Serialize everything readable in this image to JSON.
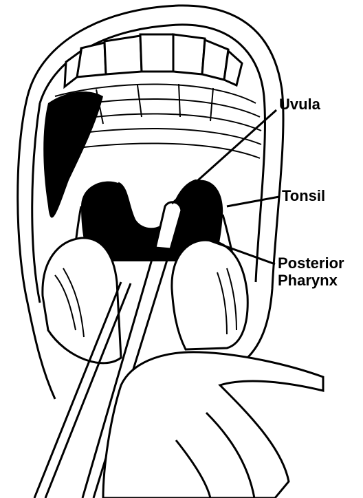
{
  "labels": {
    "uvula": "Uvula",
    "tonsil": "Tonsil",
    "posterior_line1": "Posterior",
    "posterior_line2": "Pharynx"
  },
  "colors": {
    "ink": "#000000",
    "paper": "#ffffff"
  }
}
